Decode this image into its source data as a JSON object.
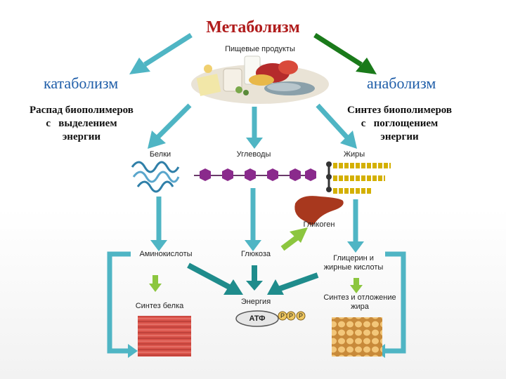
{
  "title": "Метаболизм",
  "catabolism": {
    "label": "катаболизм",
    "description": "Распад биополимеров\nс   выделением\nэнергии"
  },
  "anabolism": {
    "label": "анаболизм",
    "description": "Синтез биополимеров\nс   поглощением\nэнергии"
  },
  "nodes": {
    "food": "Пищевые продукты",
    "proteins": "Белки",
    "carbs": "Углеводы",
    "fats": "Жиры",
    "glycogen": "Гликоген",
    "amino_acids": "Аминокислоты",
    "glucose": "Глюкоза",
    "glycerol": "Глицерин и\nжирные кислоты",
    "protein_synthesis": "Синтез белка",
    "energy": "Энергия",
    "atp": "АТФ",
    "phosphate": "Р",
    "fat_synthesis": "Синтез и отложение\nжира"
  },
  "colors": {
    "title": "#b01c1c",
    "label_blue": "#1e5da8",
    "teal_arrow": "#4fb5c4",
    "dark_teal_arrow": "#1f8c8c",
    "green_arrow": "#8cc63f",
    "dark_green_arrow": "#1a7a1a",
    "polymer_purple": "#8a2a8c"
  }
}
